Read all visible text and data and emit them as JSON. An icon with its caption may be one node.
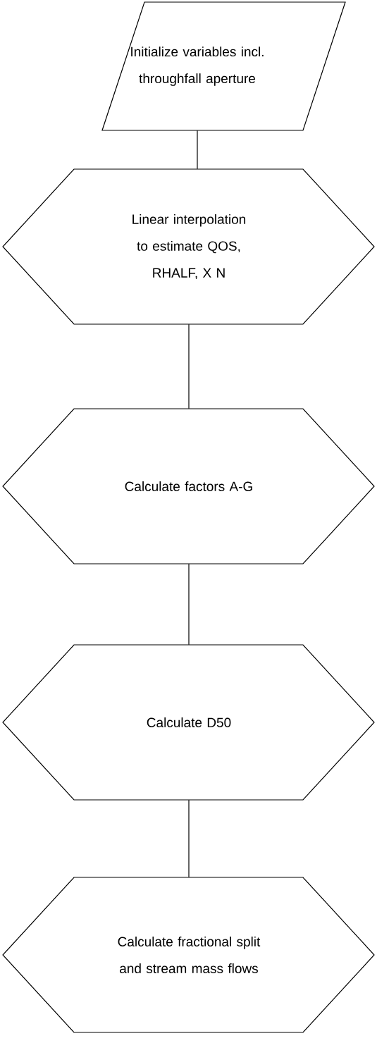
{
  "diagram": {
    "nodes": [
      {
        "text": [
          "Initialize variables incl. throughfall aperture"
        ]
      },
      {
        "text": [
          "Linear interpolation to estimate QOS, RHALF, X N"
        ]
      },
      {
        "text": [
          "Calculate factors A-G"
        ]
      },
      {
        "text": [
          "Calculate D50"
        ]
      },
      {
        "text": [
          "Calculate fractional split and stream mass flows"
        ]
      }
    ],
    "edges": [
      {
        "from": 0,
        "to": 1,
        "arrow": "none"
      },
      {
        "from": 1,
        "to": 2,
        "arrow": "none"
      },
      {
        "from": 2,
        "to": 3,
        "arrow": "none"
      },
      {
        "from": 3,
        "to": 4,
        "arrow": "none"
      }
    ]
  }
}
